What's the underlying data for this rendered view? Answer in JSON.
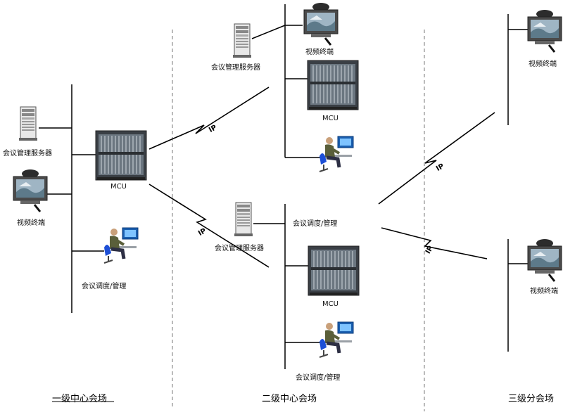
{
  "zones": {
    "level1": "一级中心会场",
    "level2": "二级中心会场",
    "level3": "三级分会场"
  },
  "nodes": {
    "l1_server": "会议管理服务器",
    "l1_terminal": "视频终端",
    "l1_mcu": "MCU",
    "l1_operator": "会议调度/管理",
    "l2a_server": "会议管理服务器",
    "l2a_terminal": "视频终端",
    "l2a_mcu": "MCU",
    "l2b_server": "会议管理服务器",
    "l2b_dispatch": "会议调度/管理",
    "l2b_mcu": "MCU",
    "l2b_operator": "会议调度/管理",
    "l3a_terminal": "视频终端",
    "l3b_terminal": "视频终端"
  },
  "links": {
    "ip1": "IP",
    "ip2": "IP",
    "ip3": "IP",
    "ip4": "IP"
  }
}
